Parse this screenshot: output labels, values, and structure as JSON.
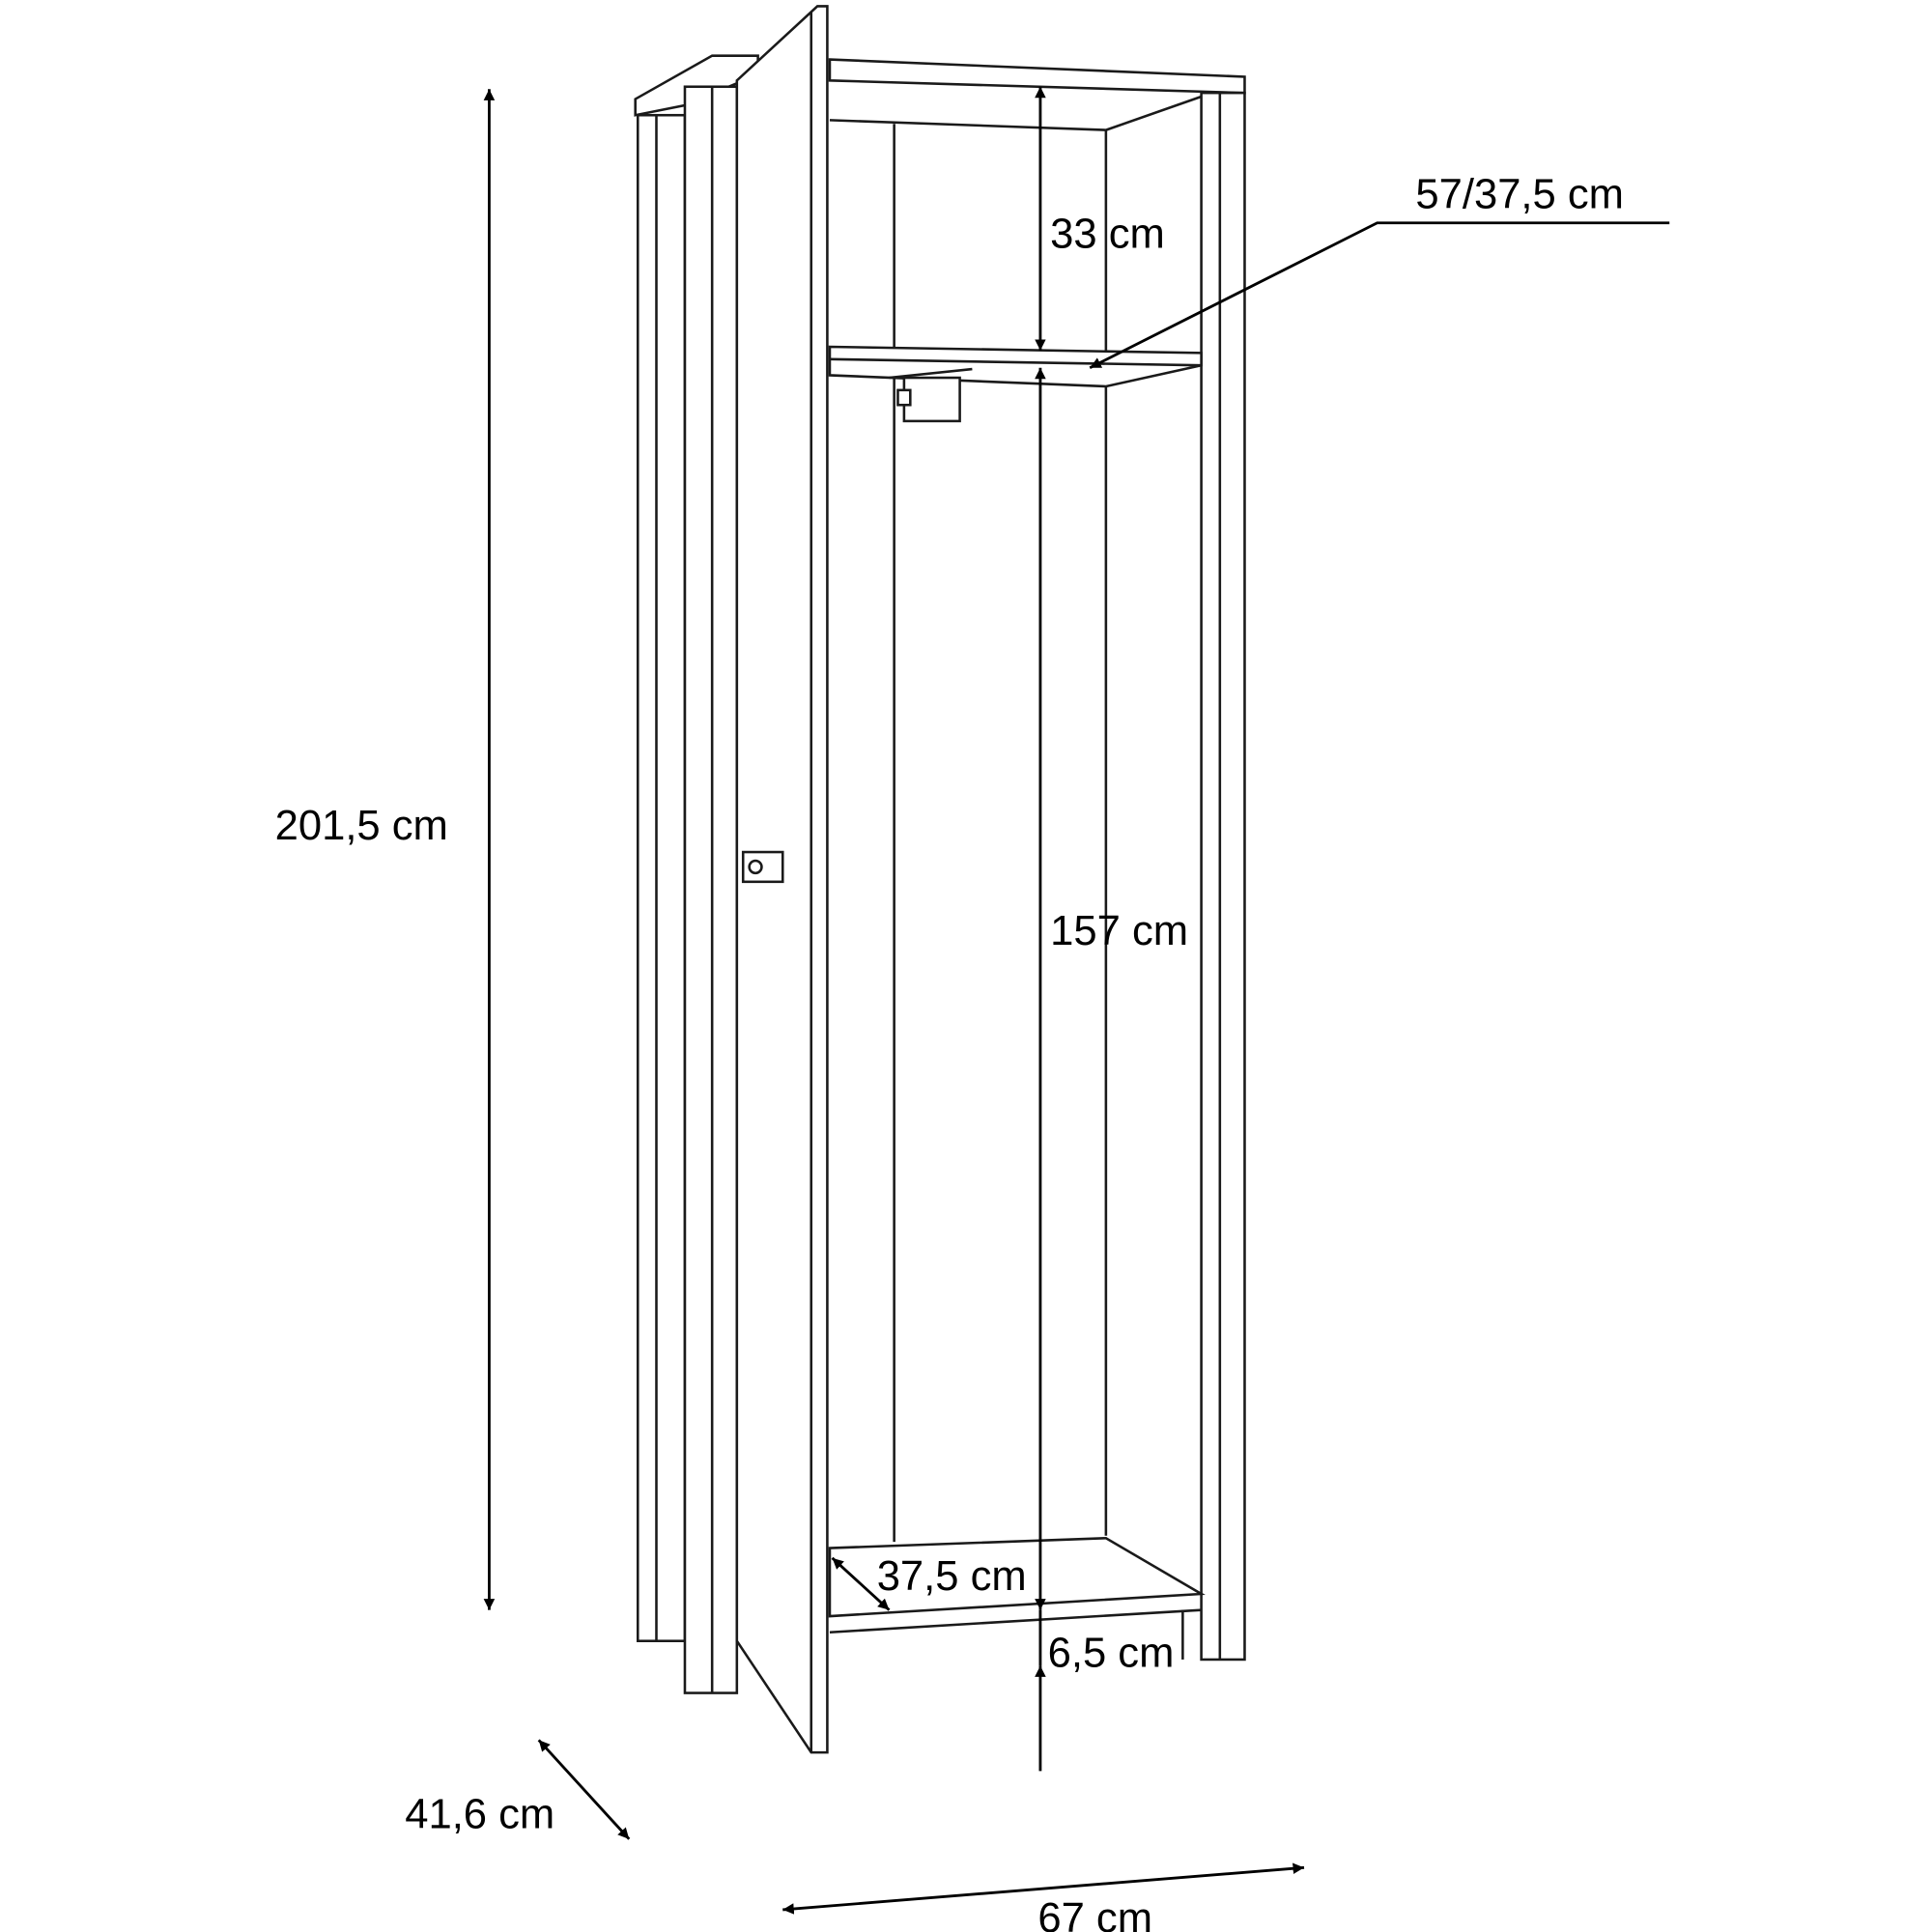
{
  "dimensions": {
    "total_height": "201,5 cm",
    "top_compartment_height": "33 cm",
    "shelf_size": "57/37,5 cm",
    "hanging_height": "157 cm",
    "inner_depth": "37,5 cm",
    "plinth_height": "6,5 cm",
    "total_depth": "41,6 cm",
    "total_width": "67 cm"
  },
  "colors": {
    "line": "#1a1a1a",
    "background": "#ffffff"
  }
}
